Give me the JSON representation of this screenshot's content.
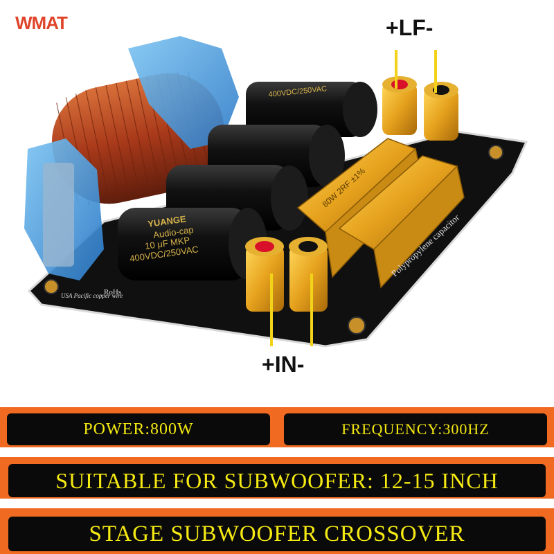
{
  "brand": {
    "logo_text": "WMAT"
  },
  "labels": {
    "output_terminal": "+LF-",
    "input_terminal": "+IN-"
  },
  "components": {
    "cap_brand": "YUANGE",
    "cap_line1": "Audio-cap",
    "cap_line2": "10 μF MKP",
    "cap_line3": "400VDC/250VAC",
    "cap_top_line": "400VDC/250VAC",
    "resistor_text": "80W 2RF ±1%",
    "board_text_1": "Polypropylene capacitor",
    "board_text_2": "USA Pacific copper wire",
    "board_text_3": "RoHs"
  },
  "specs": {
    "power": "POWER:800W",
    "frequency": "FREQUENCY:300HZ",
    "suitable": "SUITABLE FOR SUBWOOFER: 12-15 INCH",
    "title": "STAGE SUBWOOFER CROSSOVER"
  },
  "colors": {
    "orange": "#f06a21",
    "pill_bg": "#0a0a0a",
    "pill_text": "#f5ea12",
    "coil": "#b5451b",
    "gold": "#e6a21d"
  }
}
